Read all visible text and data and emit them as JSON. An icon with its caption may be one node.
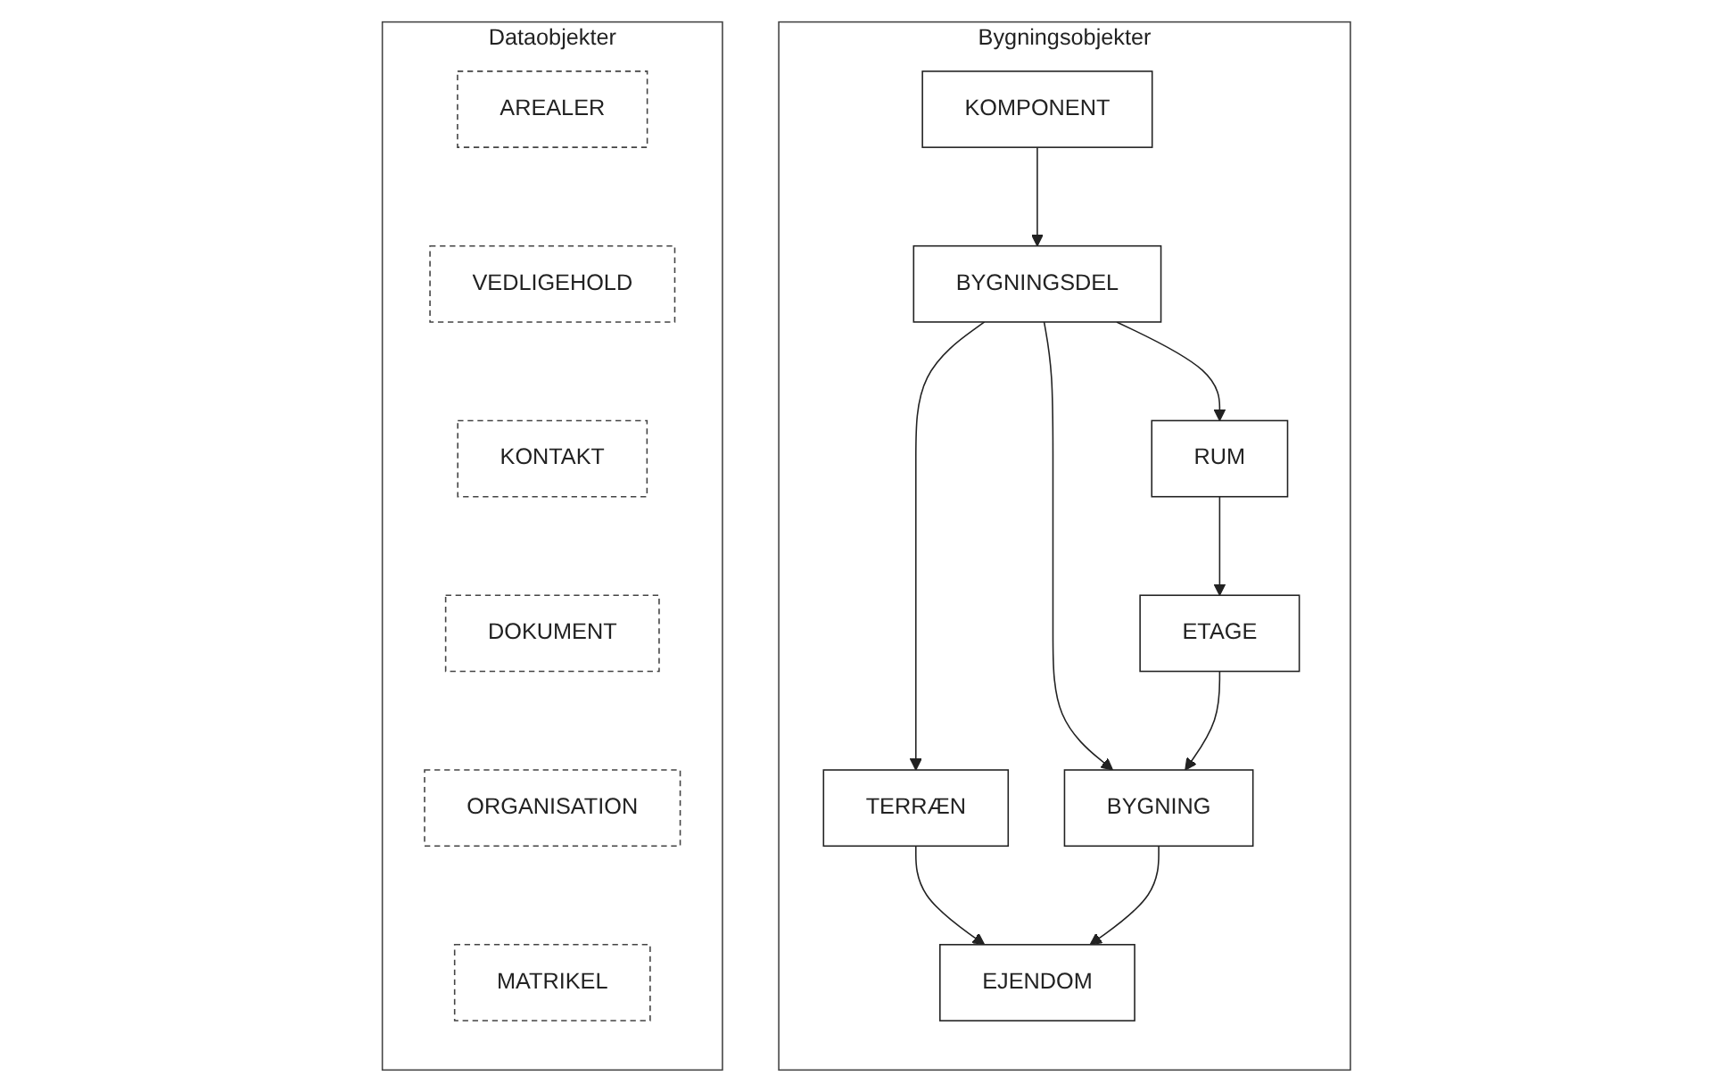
{
  "diagram": {
    "nodes": [
      {
        "text": [
          "Bygningsobjekter"
        ]
      },
      {
        "text": [
          "EJENDOM"
        ],
        "in": 0
      },
      {
        "text": [
          "TERRÆN"
        ],
        "in": 0
      },
      {
        "text": [
          "BYGNING"
        ],
        "in": 0
      },
      {
        "text": [
          "ETAGE"
        ],
        "in": 0
      },
      {
        "text": [
          "BYGNINGSDEL"
        ],
        "in": 0
      },
      {
        "text": [
          "RUM"
        ],
        "in": 0
      },
      {
        "text": [
          "KOMPONENT"
        ],
        "in": 0
      },
      {
        "text": [
          "Dataobjekter"
        ]
      },
      {
        "text": [
          "MATRIKEL"
        ],
        "in": 8
      },
      {
        "text": [
          "ORGANISATION"
        ],
        "in": 8
      },
      {
        "text": [
          "DOKUMENT"
        ],
        "in": 8
      },
      {
        "text": [
          "KONTAKT"
        ],
        "in": 8
      },
      {
        "text": [
          "VEDLIGEHOLD"
        ],
        "in": 8
      },
      {
        "text": [
          "AREALER"
        ],
        "in": 8
      }
    ],
    "edges": [
      {
        "from": 2,
        "to": 1,
        "arrow": "to"
      },
      {
        "from": 3,
        "to": 1,
        "arrow": "to"
      },
      {
        "from": 5,
        "to": 2,
        "arrow": "to"
      },
      {
        "from": 5,
        "to": 3,
        "arrow": "to"
      },
      {
        "from": 4,
        "to": 3,
        "arrow": "to"
      },
      {
        "from": 6,
        "to": 4,
        "arrow": "to"
      },
      {
        "from": 5,
        "to": 6,
        "arrow": "to"
      },
      {
        "from": 7,
        "to": 5,
        "arrow": "to"
      }
    ]
  }
}
